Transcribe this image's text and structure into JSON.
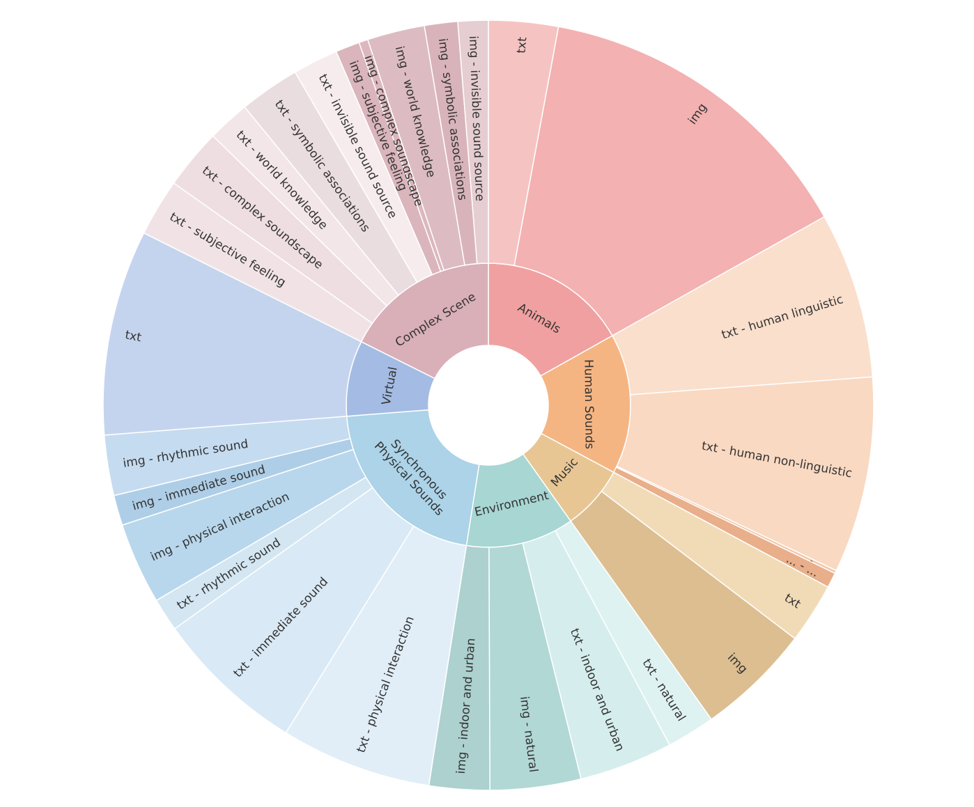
{
  "chart_data": {
    "type": "sunburst",
    "title": "",
    "start_angle_deg": 0,
    "direction": "clockwise",
    "categories": [
      {
        "name": "Animals",
        "color": "#F0A0A0",
        "children": [
          {
            "name": "txt",
            "value": 2.3,
            "color": "#F6C3C3"
          },
          {
            "name": "img",
            "value": 11.0,
            "color": "#F3B1B1"
          }
        ]
      },
      {
        "name": "Human Sounds",
        "color": "#F5B583",
        "children": [
          {
            "name": "txt - human linguistic",
            "value": 5.5,
            "color": "#FADFCC"
          },
          {
            "name": "txt - human non-linguistic",
            "value": 6.5,
            "color": "#F9D9C2"
          },
          {
            "name": "... - ...",
            "value": 0.1,
            "color": "#F2C7A8"
          },
          {
            "name": "... - ...",
            "value": 0.5,
            "color": "#E9AE8A"
          }
        ]
      },
      {
        "name": "Music",
        "color": "#E8C694",
        "children": [
          {
            "name": "txt",
            "value": 2.0,
            "color": "#F1DBB7"
          },
          {
            "name": "img",
            "value": 3.8,
            "color": "#DCBE91"
          }
        ]
      },
      {
        "name": "Environment",
        "color": "#A7D6D3",
        "children": [
          {
            "name": "txt - natural",
            "value": 1.6,
            "color": "#DEF2F1"
          },
          {
            "name": "txt - indoor and urban",
            "value": 3.1,
            "color": "#D5EEED"
          },
          {
            "name": "img - natural",
            "value": 3.0,
            "color": "#B1D8D5"
          },
          {
            "name": "img - indoor and urban",
            "value": 2.0,
            "color": "#ACD1CF"
          }
        ]
      },
      {
        "name": "Synchronous\nPhysical Sounds",
        "color": "#ACD3E8",
        "children": [
          {
            "name": "txt - physical interaction",
            "value": 5.0,
            "color": "#E1EEF8"
          },
          {
            "name": "txt - immediate sound",
            "value": 5.0,
            "color": "#D9E9F5"
          },
          {
            "name": "txt - rhythmic sound",
            "value": 1.1,
            "color": "#D3E6F2"
          },
          {
            "name": "img - physical interaction",
            "value": 2.7,
            "color": "#B8D7EC"
          },
          {
            "name": "img - immediate sound",
            "value": 1.0,
            "color": "#AECEE7"
          },
          {
            "name": "img - rhythmic sound",
            "value": 2.0,
            "color": "#C5DBF0"
          }
        ]
      },
      {
        "name": "Virtual",
        "color": "#A4BCE4",
        "children": [
          {
            "name": "txt",
            "value": 6.8,
            "color": "#C5D4EE"
          }
        ]
      },
      {
        "name": "Complex Scene",
        "color": "#D9AFB8",
        "children": [
          {
            "name": "txt - subjective feeling",
            "value": 1.9,
            "color": "#F1E3E5"
          },
          {
            "name": "txt - complex soundscape",
            "value": 2.0,
            "color": "#EEDEE1"
          },
          {
            "name": "txt - world knowledge",
            "value": 1.4,
            "color": "#F3E6E8"
          },
          {
            "name": "txt - symbolic associations",
            "value": 2.0,
            "color": "#EADDE0"
          },
          {
            "name": "txt - invisible sound source",
            "value": 1.5,
            "color": "#F6ECEE"
          },
          {
            "name": "img - subjective feeling",
            "value": 0.8,
            "color": "#DAB5BC"
          },
          {
            "name": "img - complex soundscape",
            "value": 0.3,
            "color": "#DCB7BE"
          },
          {
            "name": "img - world knowledge",
            "value": 1.9,
            "color": "#DCBCC2"
          },
          {
            "name": "img - symbolic associations",
            "value": 1.1,
            "color": "#D8B4BA"
          },
          {
            "name": "img - invisible sound source",
            "value": 1.0,
            "color": "#E5CDD1"
          }
        ]
      }
    ]
  }
}
